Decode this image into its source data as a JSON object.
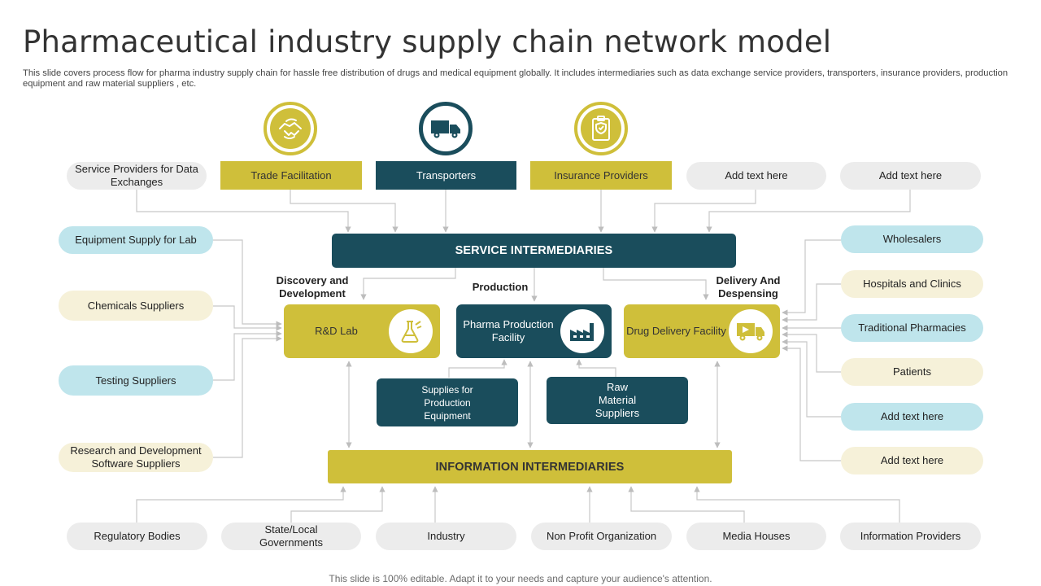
{
  "title": "Pharmaceutical industry supply chain network model",
  "subtitle": "This slide covers process flow for pharma industry supply chain for hassle free distribution of drugs and medical equipment globally. It includes intermediaries such as data exchange service providers, transporters, insurance providers, production equipment and raw material suppliers , etc.",
  "footer": "This slide is 100% editable. Adapt it to your needs and capture your audience's attention.",
  "colors": {
    "olive": "#cfbf3a",
    "teal": "#1a4d5c",
    "light_blue": "#bfe5ec",
    "cream": "#f6f1d9",
    "grey": "#ececec"
  },
  "top_row": {
    "service_providers": "Service Providers for Data Exchanges",
    "trade_facilitation": "Trade Facilitation",
    "transporters": "Transporters",
    "insurance_providers": "Insurance Providers",
    "add_text_1": "Add text here",
    "add_text_2": "Add text here"
  },
  "icons": {
    "trade": "handshake-icon",
    "transport": "truck-icon",
    "insurance": "clipboard-shield-icon",
    "lab": "flask-icon",
    "factory": "factory-icon",
    "delivery": "delivery-truck-icon"
  },
  "service_intermediaries": "SERVICE INTERMEDIARIES",
  "information_intermediaries": "INFORMATION INTERMEDIARIES",
  "stages": {
    "discovery": "Discovery and Development",
    "production": "Production",
    "delivery": "Delivery And Despensing"
  },
  "centers": {
    "rnd_lab": "R&D Lab",
    "pharma_facility": "Pharma Production Facility",
    "drug_delivery": "Drug Delivery Facility"
  },
  "suppliers": {
    "production_equipment": "Supplies for Production Equipment",
    "raw_material": "Raw Material Suppliers"
  },
  "left_column": {
    "equipment_supply": "Equipment Supply for Lab",
    "chemicals": "Chemicals Suppliers",
    "testing": "Testing Suppliers",
    "rnd_software": "Research and Development Software Suppliers"
  },
  "right_column": {
    "wholesalers": "Wholesalers",
    "hospitals": "Hospitals and Clinics",
    "traditional_pharmacies": "Traditional Pharmacies",
    "patients": "Patients",
    "add_text_1": "Add text here",
    "add_text_2": "Add text here"
  },
  "bottom_row": {
    "regulatory": "Regulatory Bodies",
    "governments": "State/Local Governments",
    "industry": "Industry",
    "non_profit": "Non Profit Organization",
    "media": "Media Houses",
    "info_providers": "Information Providers"
  }
}
